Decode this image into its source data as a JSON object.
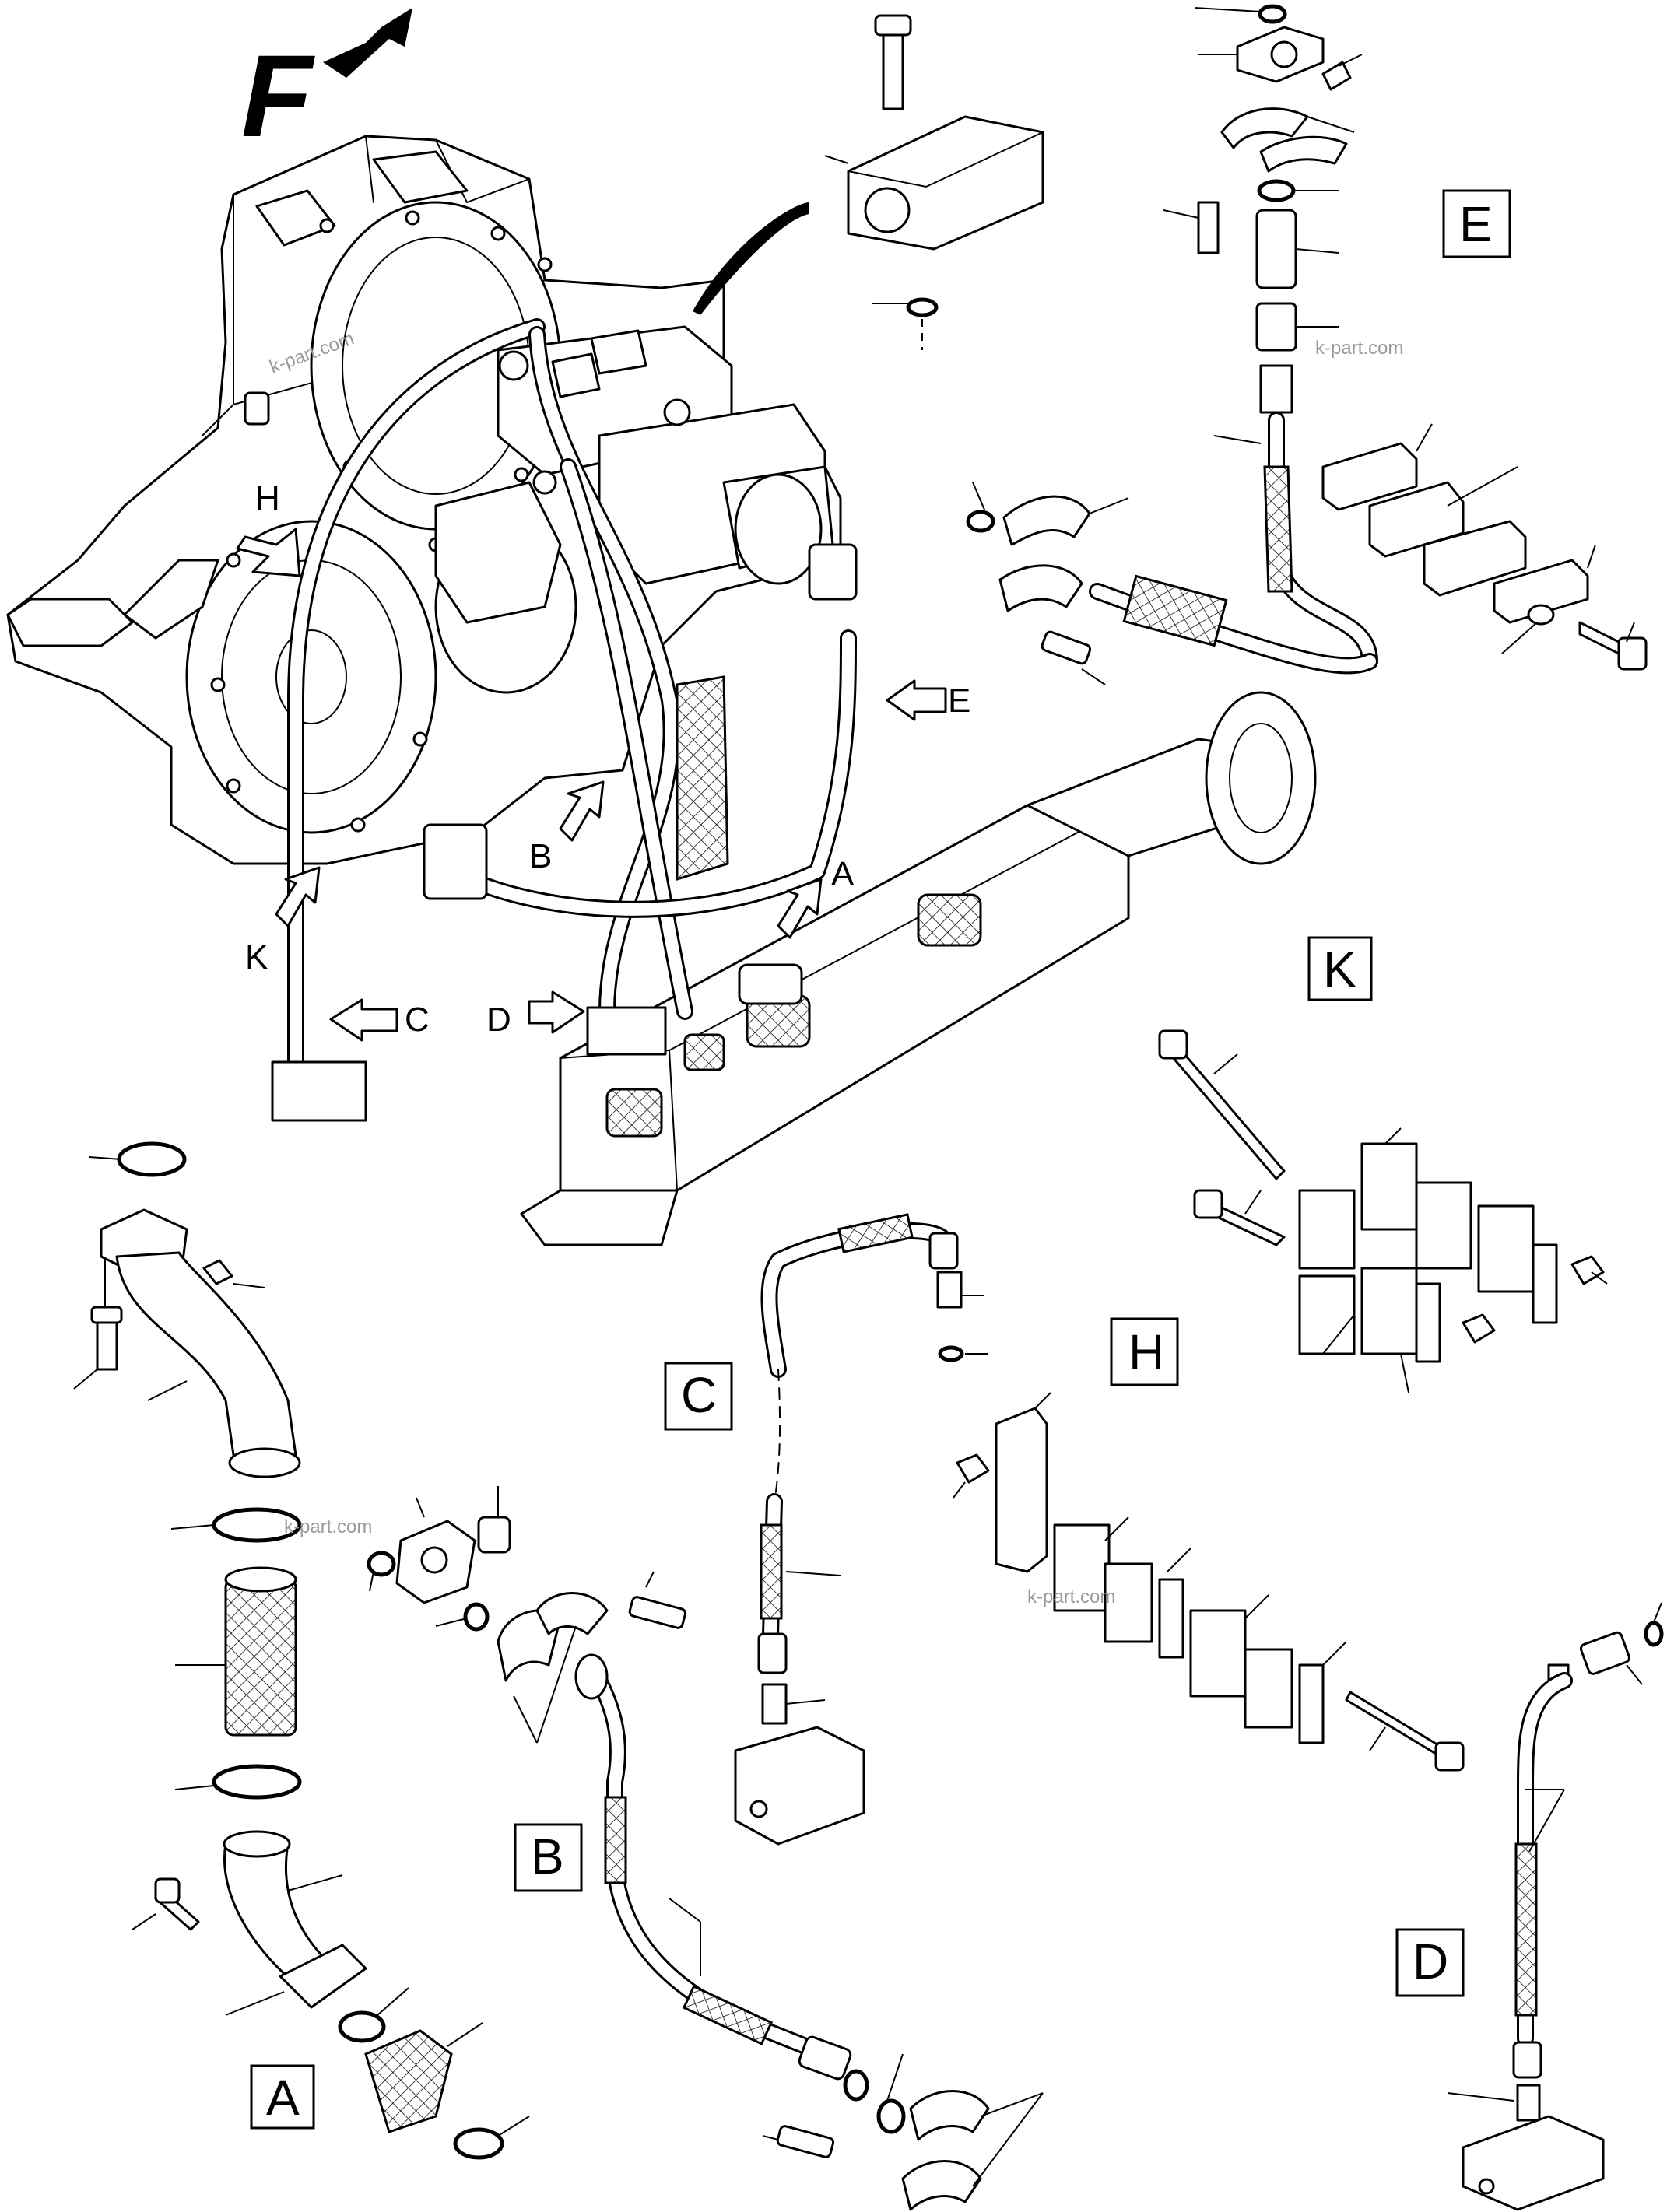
{
  "direction_marker": "F",
  "section_labels": {
    "A": "A",
    "B": "B",
    "C": "C",
    "D": "D",
    "E": "E",
    "H": "H",
    "K": "K"
  },
  "arrow_labels": {
    "A": "A",
    "B": "B",
    "C": "C",
    "D": "D",
    "E": "E",
    "H": "H",
    "K": "K"
  },
  "watermark": "k-part.com"
}
